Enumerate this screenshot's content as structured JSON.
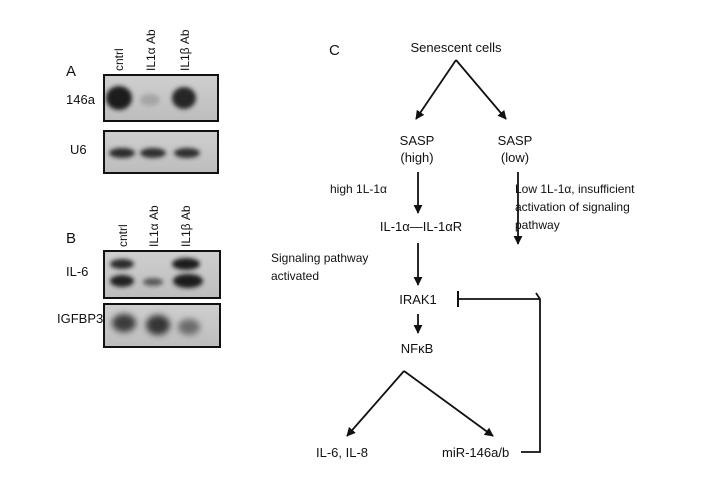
{
  "panel_a": {
    "letter": "A",
    "lanes": [
      "cntrl",
      "IL1α Ab",
      "IL1β Ab"
    ],
    "row_labels": [
      "146a",
      "U6"
    ]
  },
  "panel_b": {
    "letter": "B",
    "lanes": [
      "cntrl",
      "IL1α Ab",
      "IL1β Ab"
    ],
    "row_labels": [
      "IL-6",
      "IGFBP3"
    ]
  },
  "panel_c": {
    "letter": "C",
    "senescent": "Senescent cells",
    "sasp_high_1": "SASP",
    "sasp_high_2": "(high)",
    "sasp_low_1": "SASP",
    "sasp_low_2": "(low)",
    "high_il1a": "high 1L-1α",
    "complex": "IL-1α—IL-1αR",
    "low_note_1": "Low 1L-1α, insufficient",
    "low_note_2": "activation of signaling",
    "low_note_3": "pathway",
    "signaling_1": "Signaling pathway",
    "signaling_2": "activated",
    "irak1": "IRAK1",
    "nfkb": "NFκB",
    "il6_il8": "IL-6, IL-8",
    "mir": "miR-146a/b"
  }
}
